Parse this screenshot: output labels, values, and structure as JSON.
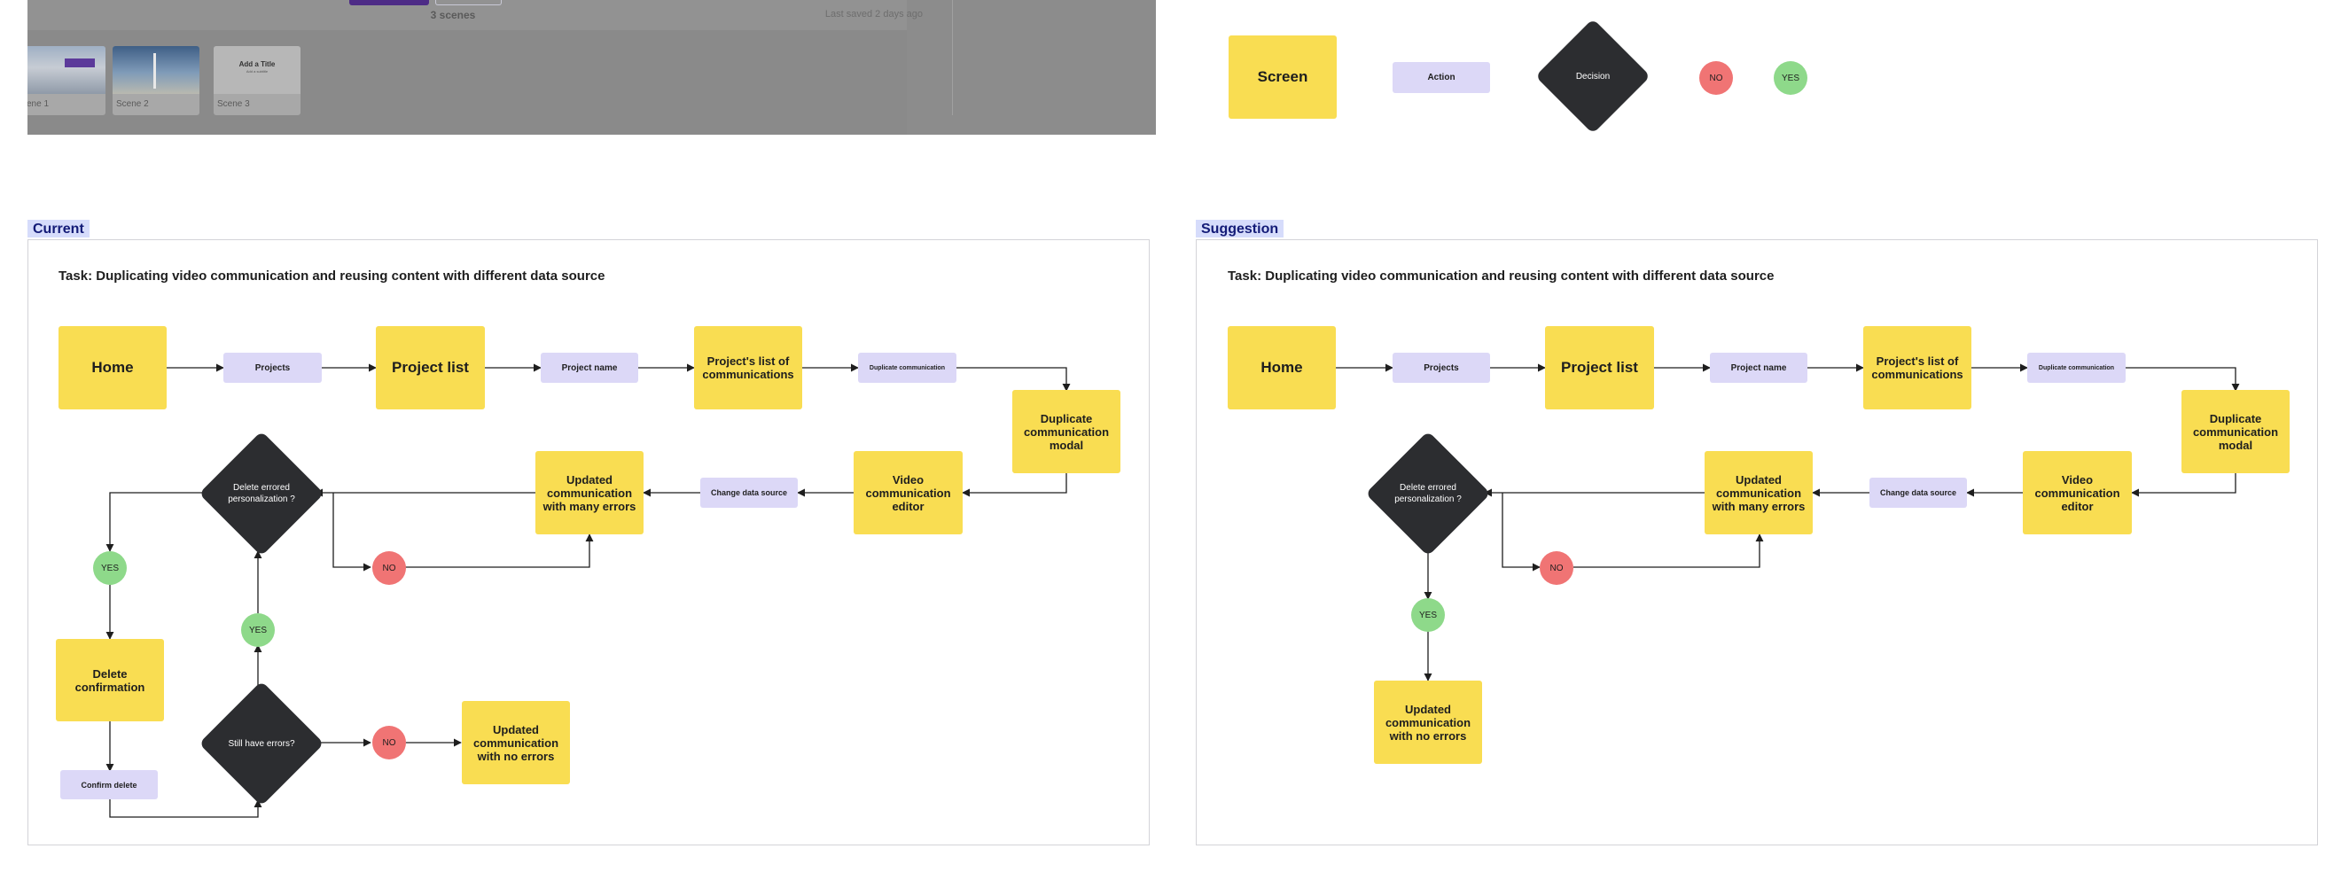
{
  "screenshot": {
    "scenes_count": "3 scenes",
    "last_saved": "Last saved 2 days ago",
    "thumbnails": [
      {
        "caption": "cene 1"
      },
      {
        "caption": "Scene 2"
      },
      {
        "caption": "Scene 3",
        "title": "Add a Title",
        "subtitle": "Add a subtitle",
        "body": "Add a Title / Add a subtitle"
      }
    ]
  },
  "legend": {
    "screen": "Screen",
    "action": "Action",
    "decision": "Decision",
    "no": "NO",
    "yes": "YES"
  },
  "colors": {
    "screen": "#f9dd52",
    "action": "#dcd8f7",
    "decision": "#2c2d30",
    "no": "#f07474",
    "yes": "#8ed98a",
    "frame_tag_bg": "#d6dcfb",
    "frame_tag_text": "#131b77"
  },
  "current": {
    "tag": "Current",
    "task": "Task: Duplicating video communication and reusing content with different data source",
    "nodes": {
      "home": "Home",
      "projects": "Projects",
      "project_list": "Project list",
      "project_name": "Project name",
      "list_of_comms": "Project's list of communications",
      "duplicate_comm": "Duplicate communication",
      "duplicate_modal": "Duplicate communication modal",
      "video_editor": "Video communication editor",
      "change_source": "Change data source",
      "updated_errors": "Updated communication with many errors",
      "delete_decision": "Delete errored personalization ?",
      "no_1": "NO",
      "yes_1": "YES",
      "delete_confirmation": "Delete confirmation",
      "confirm_delete": "Confirm delete",
      "still_errors": "Still have errors?",
      "yes_2": "YES",
      "no_2": "NO",
      "updated_no_errors": "Updated communication with no errors"
    }
  },
  "suggestion": {
    "tag": "Suggestion",
    "task": "Task: Duplicating video communication and reusing content with different data source",
    "nodes": {
      "home": "Home",
      "projects": "Projects",
      "project_list": "Project list",
      "project_name": "Project name",
      "list_of_comms": "Project's list of communications",
      "duplicate_comm": "Duplicate communication",
      "duplicate_modal": "Duplicate communication modal",
      "video_editor": "Video communication editor",
      "change_source": "Change data source",
      "updated_errors": "Updated communication with many errors",
      "delete_decision": "Delete errored personalization ?",
      "no_1": "NO",
      "yes_1": "YES",
      "updated_no_errors": "Updated communication with no errors"
    }
  }
}
